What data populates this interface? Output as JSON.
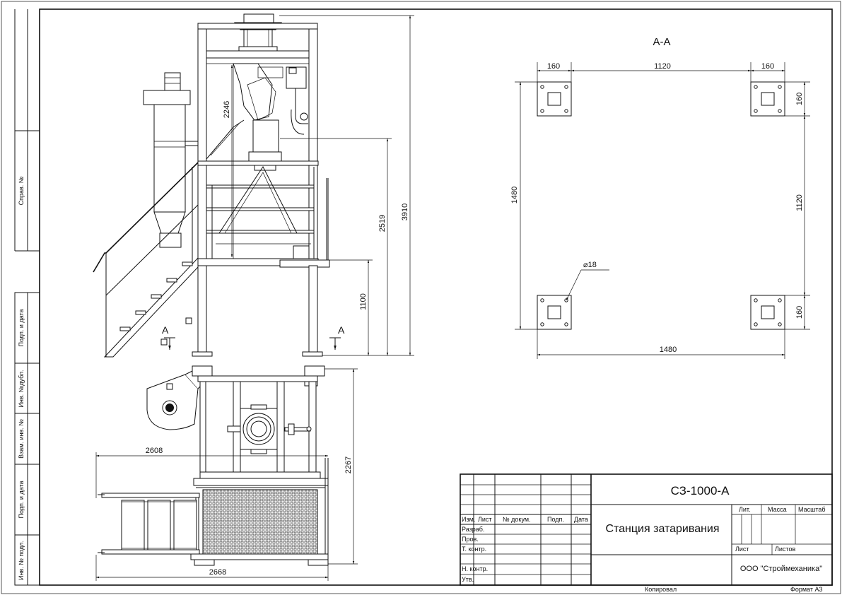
{
  "section_label": "А-А",
  "section_markers": [
    "А",
    "А"
  ],
  "dimensions": {
    "front": [
      "2246",
      "2519",
      "3910",
      "1100"
    ],
    "plan": [
      "2608",
      "2267",
      "2668"
    ],
    "section": {
      "top_left": "160",
      "top_mid": "1120",
      "top_right": "160",
      "right_top": "160",
      "right_mid": "1120",
      "right_bot": "160",
      "left": "1480",
      "bottom": "1480",
      "hole": "⌀18"
    }
  },
  "side_labels": [
    "Справ. №",
    "Подп. и дата",
    "Инв. №дубл.",
    "Взам. инв. №",
    "Подп. и дата",
    "Инв. № подл."
  ],
  "title_block": {
    "designation": "СЗ-1000-А",
    "name": "Станция затаривания",
    "company": "ООО \"Строймеханика\"",
    "headers": [
      "Изм.",
      "Лист",
      "№ докум.",
      "Подп.",
      "Дата"
    ],
    "roles": [
      "Разраб.",
      "Пров.",
      "Т. контр.",
      "Н. контр.",
      "Утв."
    ],
    "lit": "Лит.",
    "mass": "Масса",
    "scale": "Масштаб",
    "sheet": "Лист",
    "sheets": "Листов",
    "copied": "Копировал",
    "format": "Формат A3"
  }
}
